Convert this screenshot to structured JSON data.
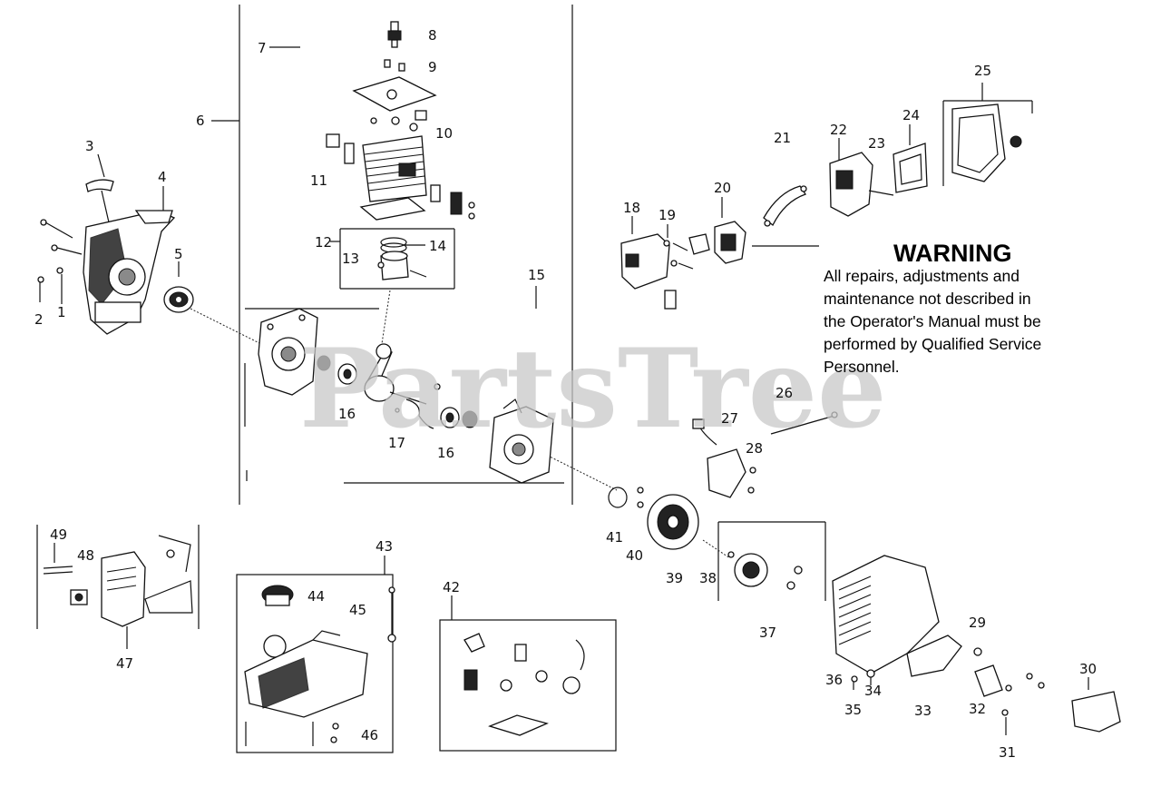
{
  "watermark": "PartsTree",
  "warning": {
    "title": "WARNING",
    "lines": [
      "All repairs, adjustments and",
      "maintenance not described in",
      "the Operator's Manual must be",
      "performed by Qualified Service",
      "Personnel."
    ]
  },
  "labels": {
    "p1": "1",
    "p2": "2",
    "p3": "3",
    "p4": "4",
    "p5": "5",
    "p6": "6",
    "p7": "7",
    "p8": "8",
    "p9": "9",
    "p10": "10",
    "p11": "11",
    "p12": "12",
    "p13": "13",
    "p14": "14",
    "p15": "15",
    "p16a": "16",
    "p16b": "16",
    "p17": "17",
    "p18": "18",
    "p19": "19",
    "p20": "20",
    "p21": "21",
    "p22": "22",
    "p23": "23",
    "p24": "24",
    "p25": "25",
    "p26": "26",
    "p27": "27",
    "p28": "28",
    "p29": "29",
    "p30": "30",
    "p31": "31",
    "p32": "32",
    "p33": "33",
    "p34": "34",
    "p35": "35",
    "p36": "36",
    "p37": "37",
    "p38": "38",
    "p39": "39",
    "p40": "40",
    "p41": "41",
    "p42": "42",
    "p43": "43",
    "p44": "44",
    "p45": "45",
    "p46": "46",
    "p47": "47",
    "p48": "48",
    "p49": "49"
  }
}
